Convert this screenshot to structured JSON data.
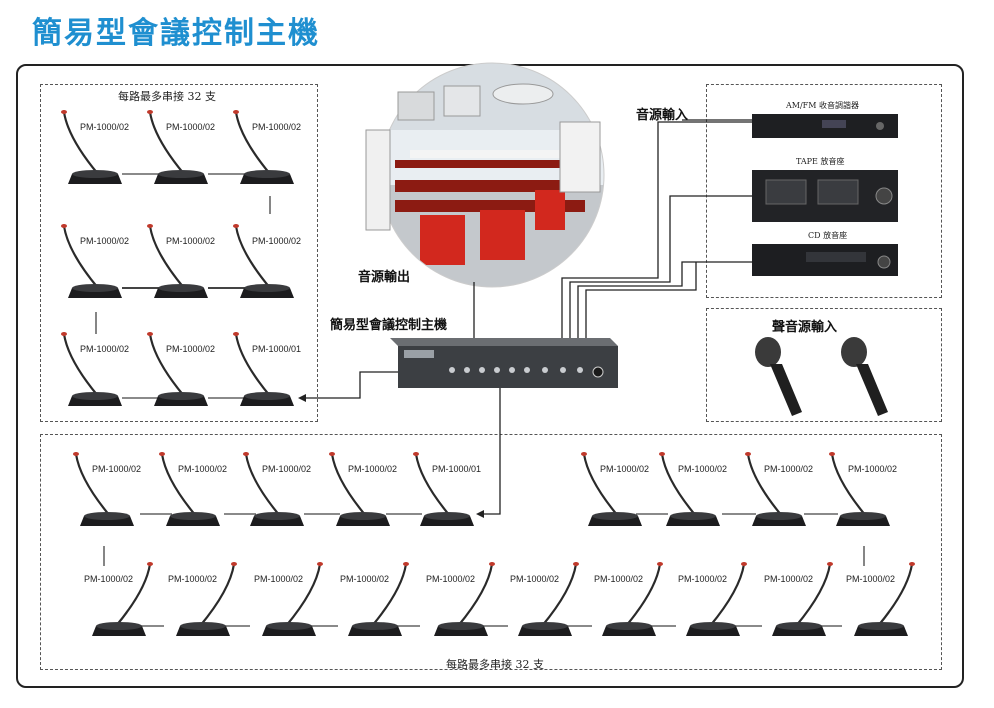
{
  "title": "簡易型會議控制主機",
  "groups": {
    "top_left_caption": "每路最多串接 32 支",
    "bottom_caption": "每路最多串接 32 支"
  },
  "labels": {
    "audio_input": "音源輸入",
    "audio_output": "音源輸出",
    "host": "簡易型會議控制主機",
    "mic_input": "聲音源輸入"
  },
  "devices": {
    "tuner": "AM/FM 收音調諧器",
    "tape": "TAPE 放音座",
    "cd": "CD 放音座"
  },
  "mic_labels": {
    "left_block": [
      "PM-1000/02",
      "PM-1000/02",
      "PM-1000/02",
      "PM-1000/02",
      "PM-1000/02",
      "PM-1000/02",
      "PM-1000/02",
      "PM-1000/02",
      "PM-1000/01"
    ],
    "bottom_row1_left": [
      "PM-1000/02",
      "PM-1000/02",
      "PM-1000/02",
      "PM-1000/02",
      "PM-1000/01"
    ],
    "bottom_row1_right": [
      "PM-1000/02",
      "PM-1000/02",
      "PM-1000/02",
      "PM-1000/02"
    ],
    "bottom_row2": [
      "PM-1000/02",
      "PM-1000/02",
      "PM-1000/02",
      "PM-1000/02",
      "PM-1000/02",
      "PM-1000/02",
      "PM-1000/02",
      "PM-1000/02",
      "PM-1000/02",
      "PM-1000/02"
    ]
  }
}
